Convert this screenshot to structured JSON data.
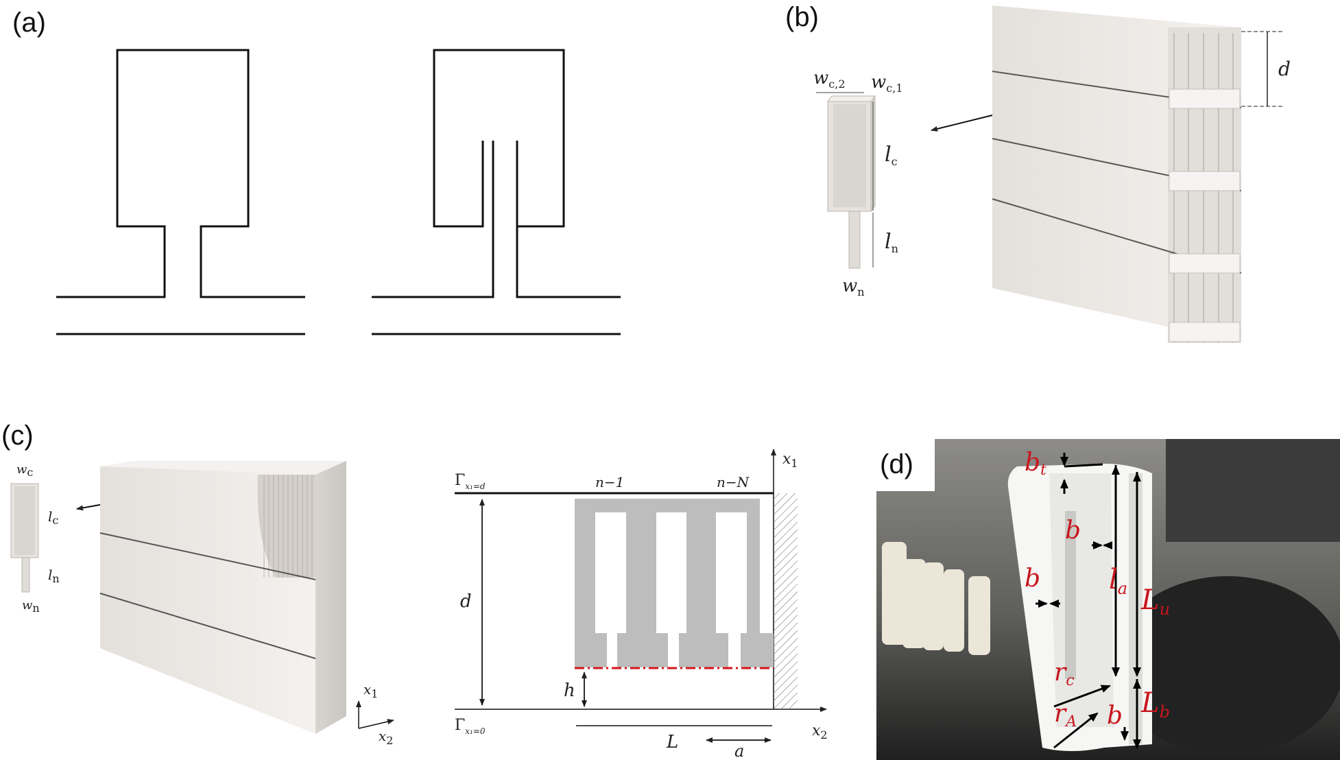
{
  "panels": {
    "a": {
      "label": "(a)"
    },
    "b": {
      "label": "(b)",
      "dims": {
        "wc2": "w",
        "wc2_sub": "c,2",
        "wc1": "w",
        "wc1_sub": "c,1",
        "lc": "l",
        "lc_sub": "c",
        "ln": "l",
        "ln_sub": "n",
        "wn": "w",
        "wn_sub": "n",
        "d": "d"
      }
    },
    "c": {
      "label": "(c)",
      "inset": {
        "wc": "w",
        "wc_sub": "c",
        "lc": "l",
        "lc_sub": "c",
        "ln": "l",
        "ln_sub": "n",
        "wn": "w",
        "wn_sub": "n"
      },
      "axes3d": {
        "x1": "x",
        "x1_sub": "1",
        "x2": "x",
        "x2_sub": "2"
      },
      "schematic": {
        "gamma_top": "Γ",
        "gamma_top_sub": "x₁=d",
        "gamma_bottom": "Γ",
        "gamma_bottom_sub": "x₁=0",
        "n_first": "n−1",
        "n_last": "n−N",
        "d": "d",
        "h": "h",
        "L": "L",
        "a": "a",
        "x1": "x",
        "x1_sub": "1",
        "x2": "x",
        "x2_sub": "2"
      }
    },
    "d": {
      "label": "(d)",
      "annotations": {
        "bt": "b",
        "bt_sub": "t",
        "b1": "b",
        "b2": "b",
        "la": "l",
        "la_sub": "a",
        "Lu": "L",
        "Lu_sub": "u",
        "rc": "r",
        "rc_sub": "c",
        "rA": "r",
        "rA_sub": "A",
        "b3": "b",
        "Lb": "L",
        "Lb_sub": "b"
      }
    }
  },
  "colors": {
    "annotation_red": "#c8161d",
    "slab": "#ece8e4",
    "gray_fill": "#bdbdbd"
  }
}
